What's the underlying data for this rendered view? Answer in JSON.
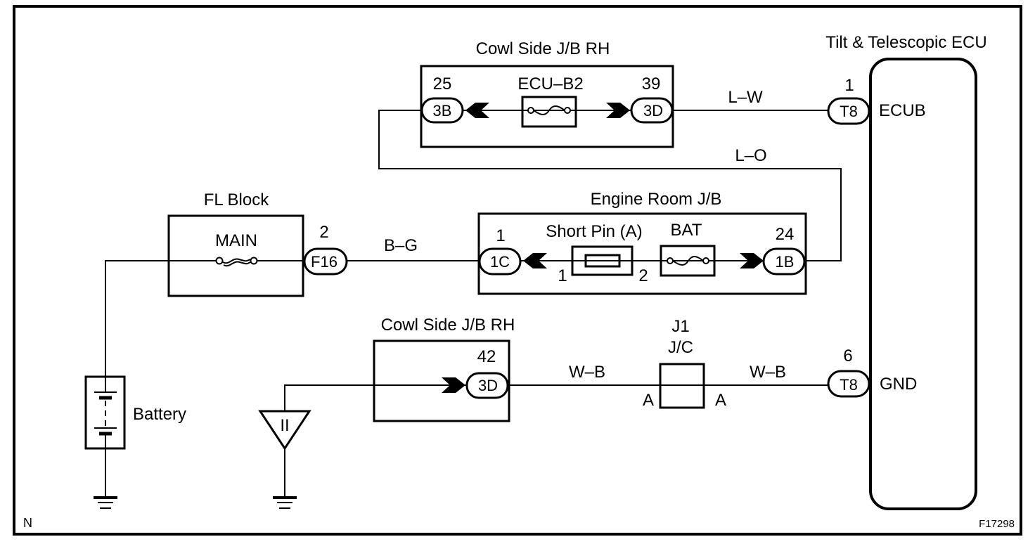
{
  "diagram": {
    "figure_id": "F17298",
    "corner_label": "N",
    "components": {
      "cowl_side_top": {
        "title": "Cowl Side J/B RH",
        "fuse_label": "ECU–B2",
        "left_pin": "25",
        "left_connector": "3B",
        "right_pin": "39",
        "right_connector": "3D"
      },
      "engine_room": {
        "title": "Engine Room J/B",
        "short_pin_label": "Short Pin (A)",
        "short_pin_terminal_1": "1",
        "short_pin_terminal_2": "2",
        "fuse_label": "BAT",
        "left_pin": "1",
        "left_connector": "1C",
        "right_pin": "24",
        "right_connector": "1B"
      },
      "fl_block": {
        "title": "FL Block",
        "fuse_label": "MAIN",
        "pin": "2",
        "connector": "F16"
      },
      "cowl_side_bottom": {
        "title": "Cowl Side J/B RH",
        "pin": "42",
        "connector": "3D"
      },
      "junction": {
        "id": "J1",
        "type": "J/C",
        "left_terminal": "A",
        "right_terminal": "A"
      },
      "ecu": {
        "title": "Tilt & Telescopic ECU",
        "top_pin": "1",
        "top_connector": "T8",
        "top_terminal": "ECUB",
        "bottom_pin": "6",
        "bottom_connector": "T8",
        "bottom_terminal": "GND"
      },
      "battery": {
        "label": "Battery"
      },
      "ground_point": {
        "label": "II"
      }
    },
    "wires": {
      "lw": "L–W",
      "lo": "L–O",
      "bg": "B–G",
      "wb_left": "W–B",
      "wb_right": "W–B"
    }
  }
}
